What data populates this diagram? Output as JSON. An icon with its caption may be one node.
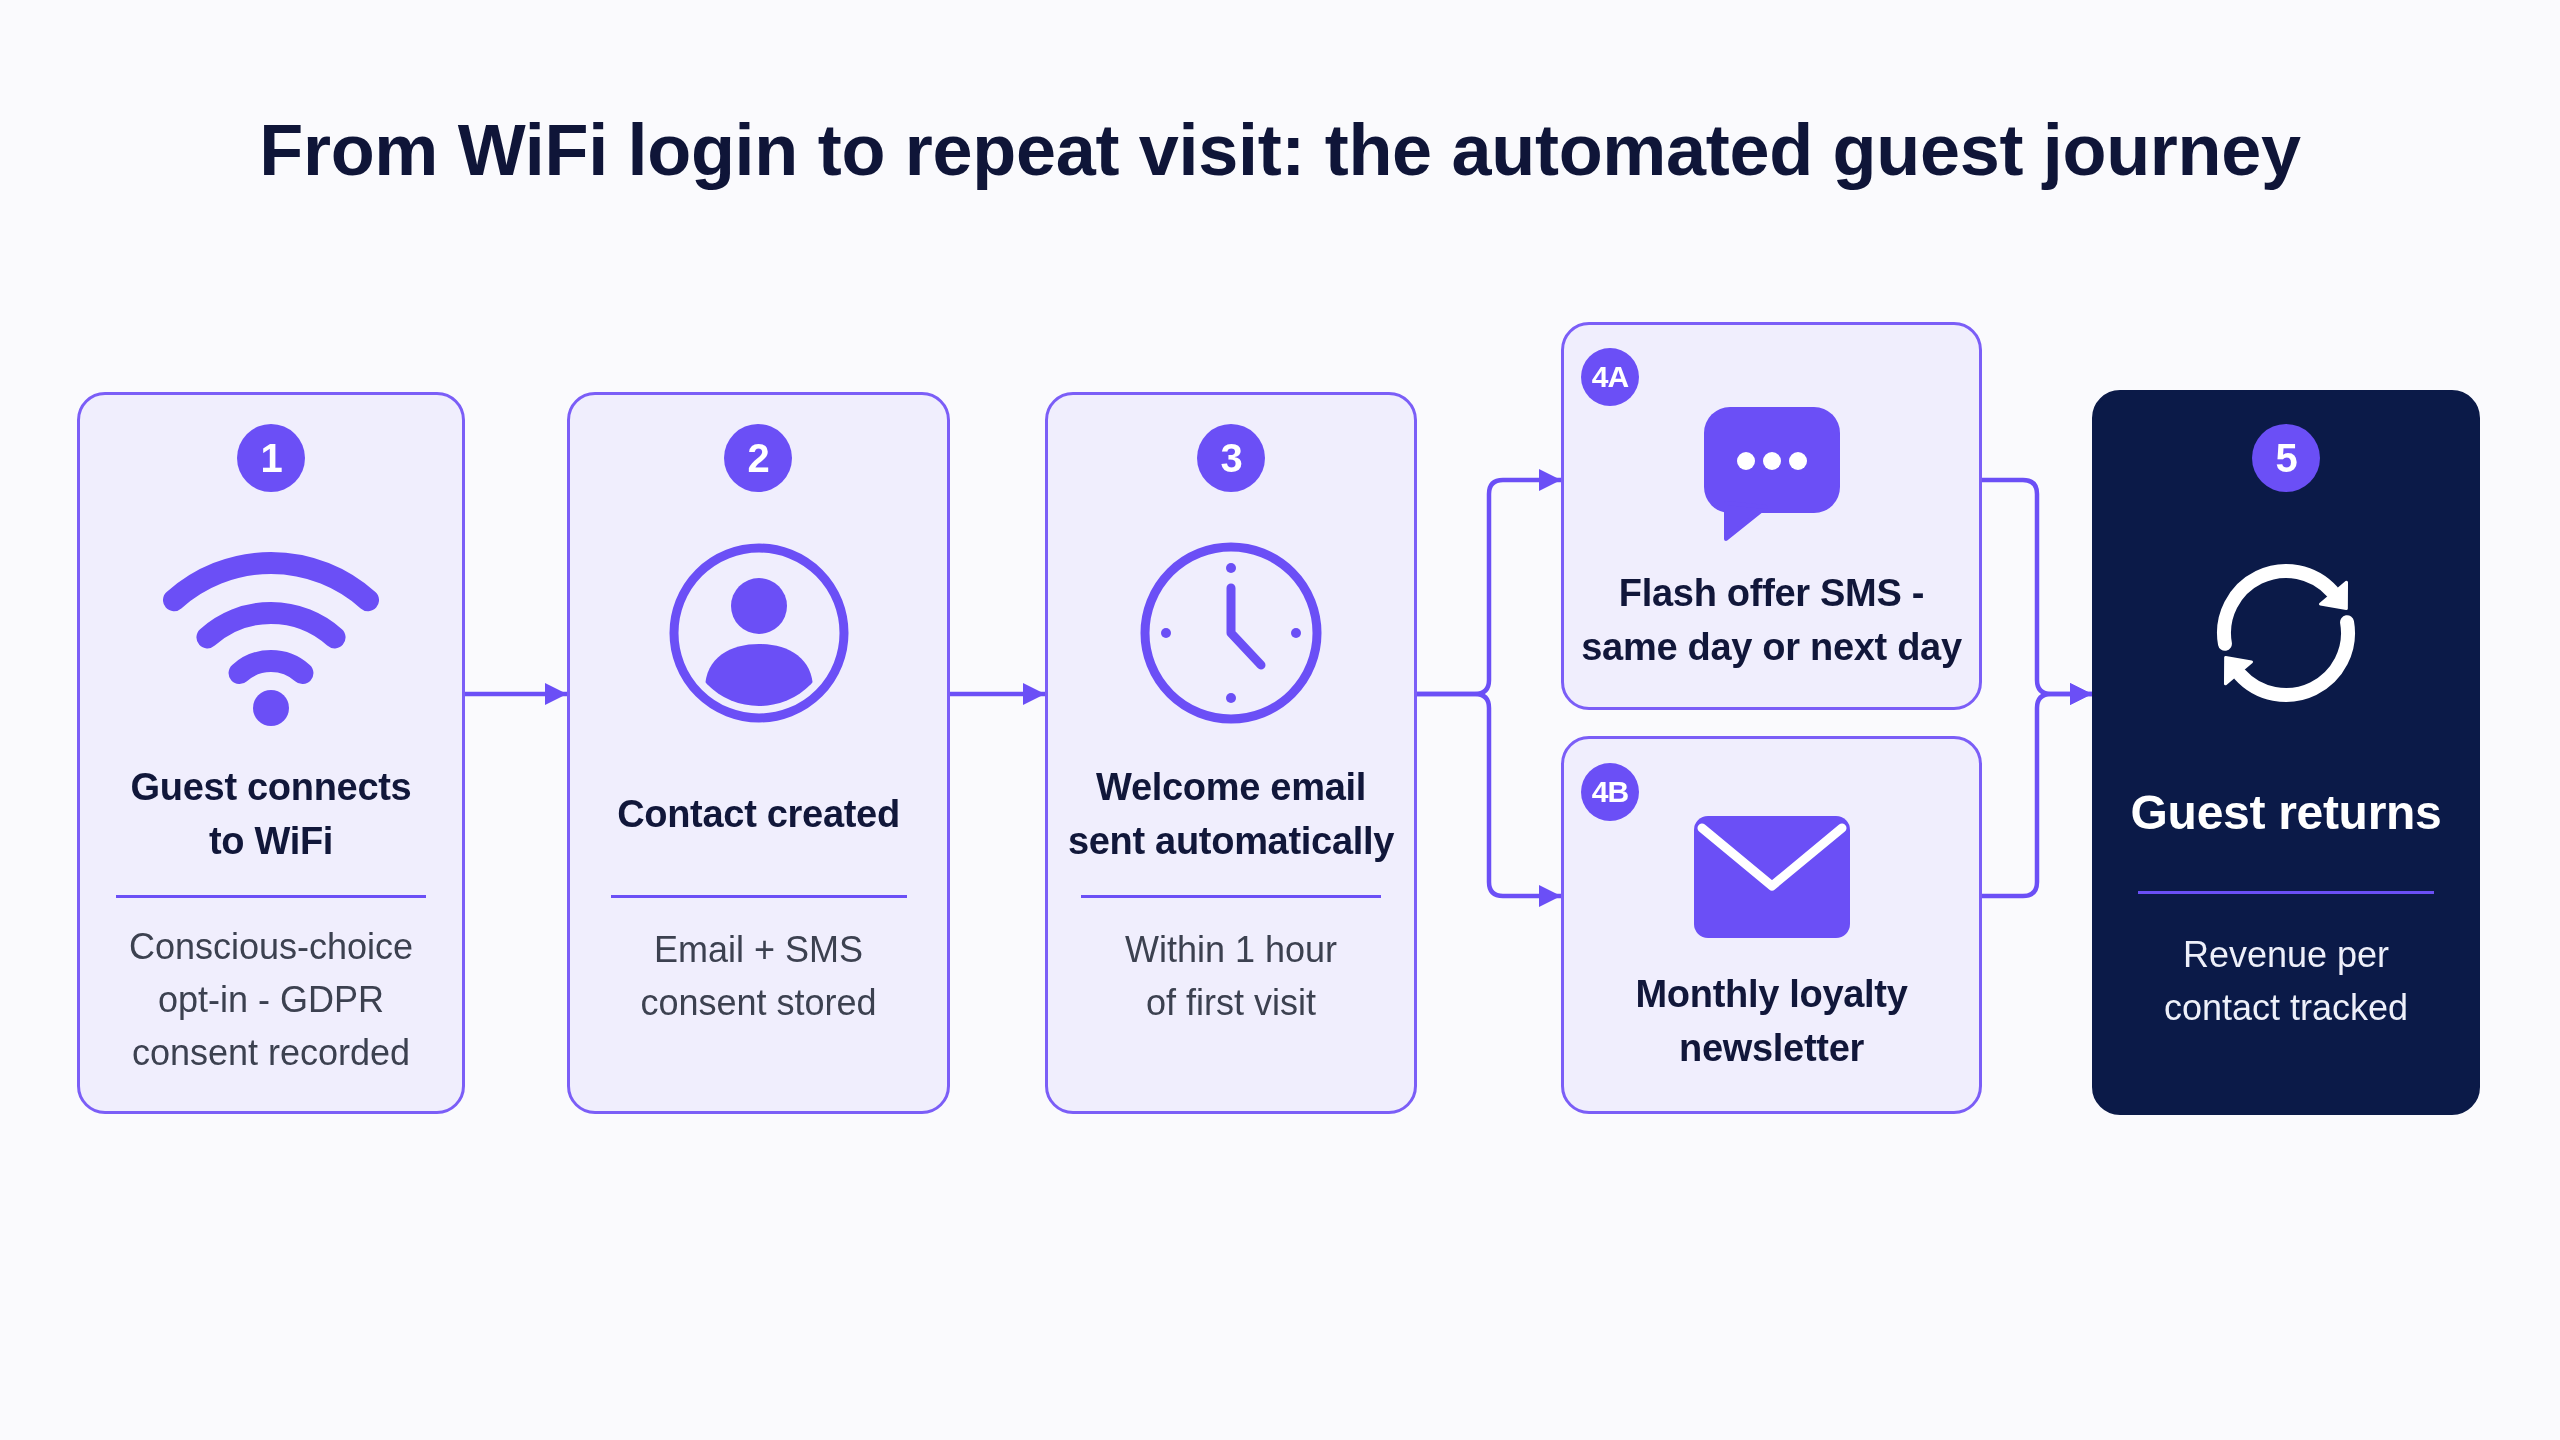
{
  "diagram": {
    "title": "From WiFi login to repeat visit: the automated guest journey",
    "nodes": [
      {
        "text": [
          "Guest connects to WiFi",
          "Conscious-choice opt-in - GDPR consent recorded"
        ]
      },
      {
        "text": [
          "1"
        ],
        "in": 0
      },
      {
        "text": [
          "Contact created",
          "Email + SMS consent stored"
        ]
      },
      {
        "text": [
          "2"
        ],
        "in": 2
      },
      {
        "text": [
          "Welcome email sent automatically",
          "Within 1 hour of first visit"
        ]
      },
      {
        "text": [
          "3"
        ],
        "in": 4
      },
      {
        "text": [
          "Flash offer SMS - same day or next day"
        ]
      },
      {
        "text": [
          "4A"
        ],
        "in": 6
      },
      {
        "text": [
          "Monthly loyalty newsletter"
        ]
      },
      {
        "text": [
          "4B"
        ],
        "in": 8
      },
      {
        "text": [
          "Guest returns",
          "Revenue per contact tracked"
        ]
      },
      {
        "text": [
          "5"
        ],
        "in": 10
      }
    ],
    "edges": [
      {
        "from": 0,
        "to": 2,
        "arrow": "to"
      },
      {
        "from": 2,
        "to": 4,
        "arrow": "to"
      },
      {
        "from": 4,
        "to": 6,
        "arrow": "to"
      },
      {
        "from": 4,
        "to": 8,
        "arrow": "to"
      },
      {
        "from": 6,
        "to": 10,
        "arrow": "to"
      },
      {
        "from": 8,
        "to": 10,
        "arrow": "to"
      }
    ]
  }
}
